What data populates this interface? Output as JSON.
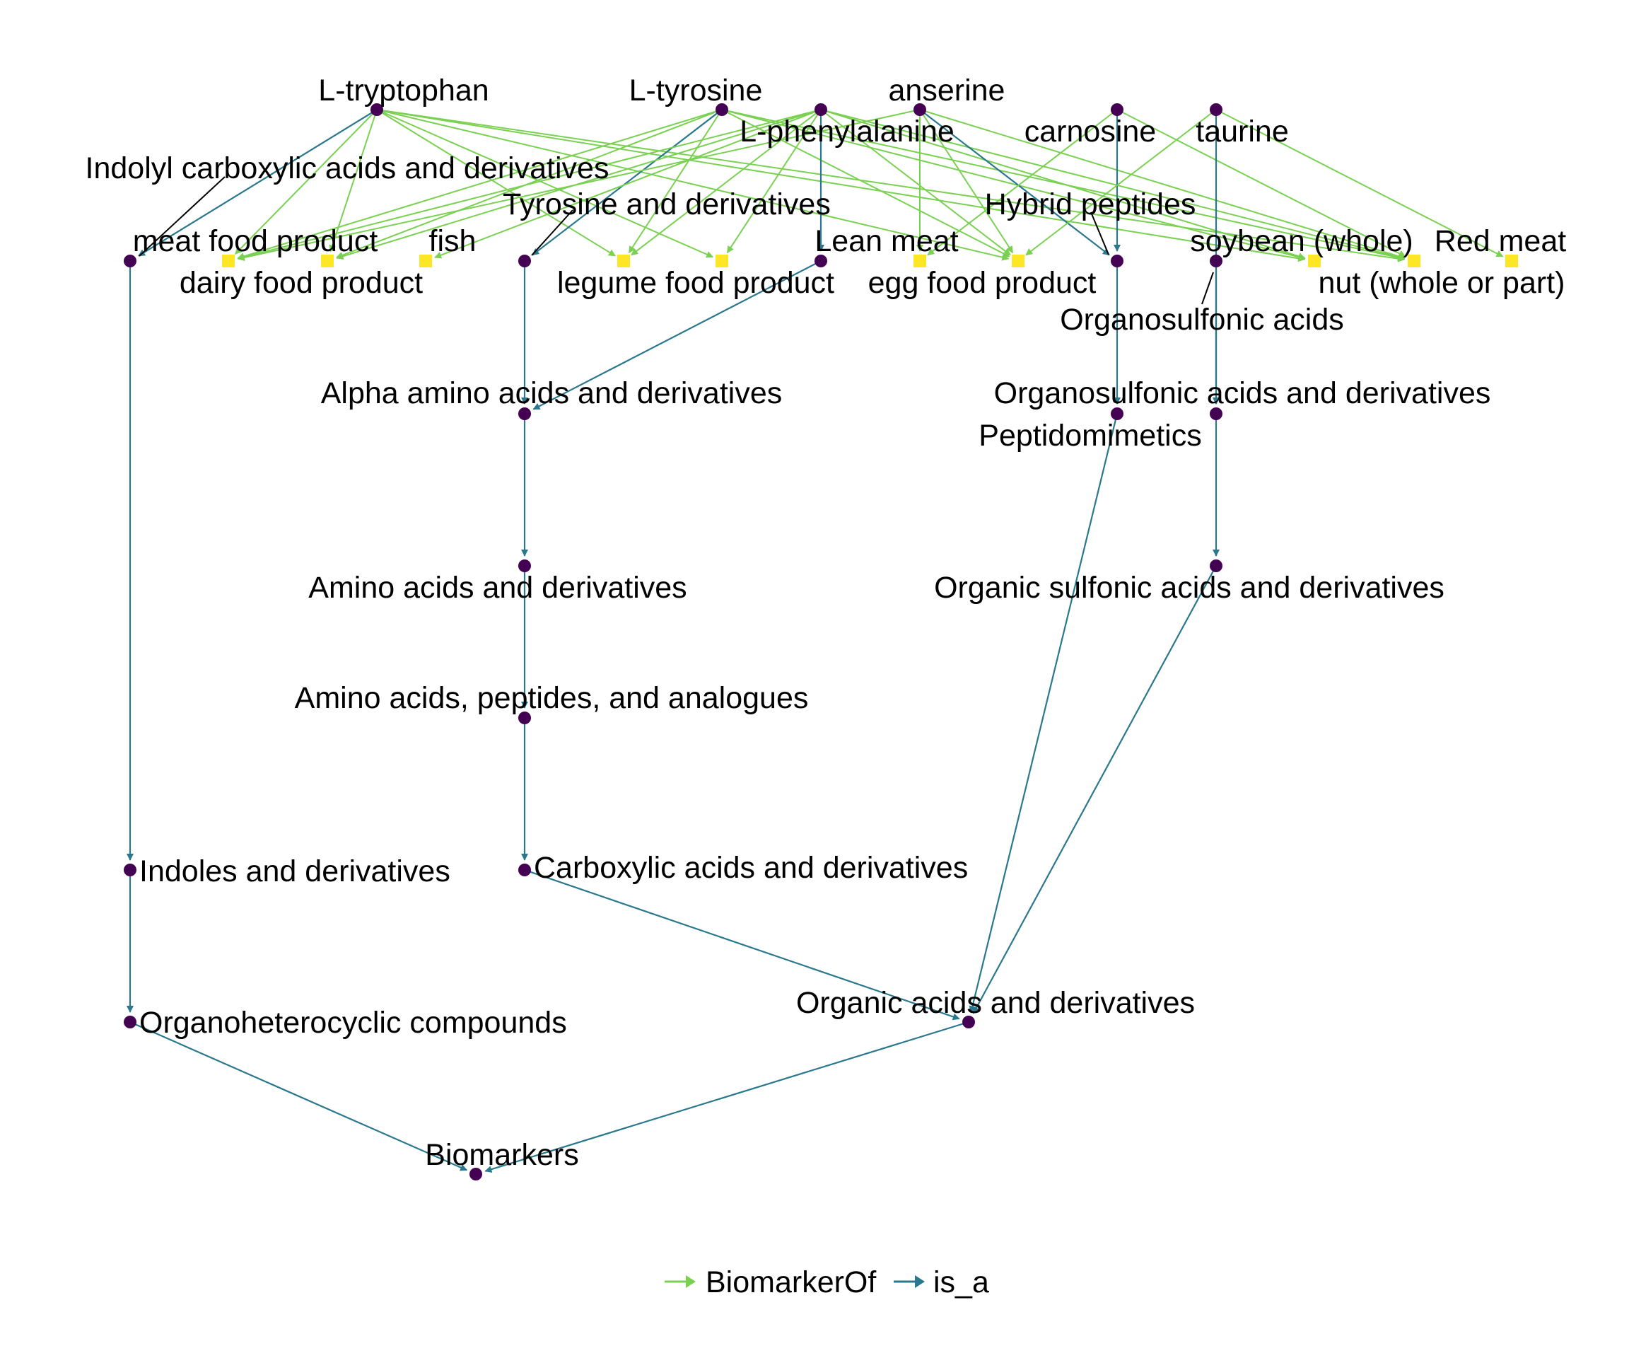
{
  "colors": {
    "BiomarkerOf": "#7ad151",
    "is_a": "#2a788e",
    "node_compound": "#440154",
    "node_food": "#fde725",
    "leader": "#000000"
  },
  "legend": {
    "items": [
      {
        "id": "BiomarkerOf",
        "label": "BiomarkerOf"
      },
      {
        "id": "is_a",
        "label": "is_a"
      }
    ]
  },
  "nodes": [
    {
      "id": "trp",
      "label": "L-tryptophan",
      "kind": "compound"
    },
    {
      "id": "tyr",
      "label": "L-tyrosine",
      "kind": "compound"
    },
    {
      "id": "phe",
      "label": "L-phenylalanine",
      "kind": "compound"
    },
    {
      "id": "ans",
      "label": "anserine",
      "kind": "compound"
    },
    {
      "id": "car",
      "label": "carnosine",
      "kind": "compound"
    },
    {
      "id": "tau",
      "label": "taurine",
      "kind": "compound"
    },
    {
      "id": "indolyl",
      "label": "Indolyl carboxylic acids and derivatives",
      "kind": "compound"
    },
    {
      "id": "meat",
      "label": "meat food product",
      "kind": "food"
    },
    {
      "id": "dairy",
      "label": "dairy food product",
      "kind": "food"
    },
    {
      "id": "fish",
      "label": "fish",
      "kind": "food"
    },
    {
      "id": "tyrder",
      "label": "Tyrosine and derivatives",
      "kind": "compound"
    },
    {
      "id": "legume",
      "label": "legume food product",
      "kind": "food"
    },
    {
      "id": "lean",
      "label": "Lean meat",
      "kind": "compound"
    },
    {
      "id": "egg",
      "label": "egg food product",
      "kind": "food"
    },
    {
      "id": "hybrid",
      "label": "Hybrid peptides",
      "kind": "compound"
    },
    {
      "id": "osa",
      "label": "Organosulfonic acids",
      "kind": "compound"
    },
    {
      "id": "soy",
      "label": "soybean (whole)",
      "kind": "food"
    },
    {
      "id": "nut",
      "label": "nut (whole or part)",
      "kind": "food"
    },
    {
      "id": "redmeat",
      "label": "Red meat",
      "kind": "food"
    },
    {
      "id": "alpha",
      "label": "Alpha amino acids and derivatives",
      "kind": "compound"
    },
    {
      "id": "peptido",
      "label": "Peptidomimetics",
      "kind": "compound"
    },
    {
      "id": "osad",
      "label": "Organosulfonic acids and derivatives",
      "kind": "compound"
    },
    {
      "id": "aad",
      "label": "Amino acids and derivatives",
      "kind": "compound"
    },
    {
      "id": "orgsulf",
      "label": "Organic sulfonic acids and derivatives",
      "kind": "compound"
    },
    {
      "id": "aapa",
      "label": "Amino acids, peptides, and analogues",
      "kind": "compound"
    },
    {
      "id": "indoles",
      "label": "Indoles and derivatives",
      "kind": "compound"
    },
    {
      "id": "carbox",
      "label": "Carboxylic acids and derivatives",
      "kind": "compound"
    },
    {
      "id": "organic",
      "label": "Organic acids and derivatives",
      "kind": "compound"
    },
    {
      "id": "ohc",
      "label": "Organoheterocyclic compounds",
      "kind": "compound"
    },
    {
      "id": "bio",
      "label": "Biomarkers",
      "kind": "compound"
    }
  ],
  "edges": [
    {
      "from": "trp",
      "to": "indolyl",
      "type": "is_a"
    },
    {
      "from": "trp",
      "to": "meat",
      "type": "BiomarkerOf"
    },
    {
      "from": "trp",
      "to": "dairy",
      "type": "BiomarkerOf"
    },
    {
      "from": "trp",
      "to": "legume",
      "type": "BiomarkerOf"
    },
    {
      "from": "trp",
      "to": "tyrder",
      "type": "BiomarkerOf"
    },
    {
      "from": "trp",
      "to": "egg",
      "type": "BiomarkerOf"
    },
    {
      "from": "trp",
      "to": "soy",
      "type": "BiomarkerOf"
    },
    {
      "from": "trp",
      "to": "nut",
      "type": "BiomarkerOf"
    },
    {
      "from": "tyr",
      "to": "tyrder",
      "type": "is_a"
    },
    {
      "from": "tyr",
      "to": "meat",
      "type": "BiomarkerOf"
    },
    {
      "from": "tyr",
      "to": "legume",
      "type": "BiomarkerOf"
    },
    {
      "from": "tyr",
      "to": "egg",
      "type": "BiomarkerOf"
    },
    {
      "from": "tyr",
      "to": "soy",
      "type": "BiomarkerOf"
    },
    {
      "from": "tyr",
      "to": "nut",
      "type": "BiomarkerOf"
    },
    {
      "from": "tyr",
      "to": "dairy",
      "type": "BiomarkerOf"
    },
    {
      "from": "phe",
      "to": "lean",
      "type": "is_a"
    },
    {
      "from": "phe",
      "to": "meat",
      "type": "BiomarkerOf"
    },
    {
      "from": "phe",
      "to": "dairy",
      "type": "BiomarkerOf"
    },
    {
      "from": "phe",
      "to": "fish",
      "type": "BiomarkerOf"
    },
    {
      "from": "phe",
      "to": "legume",
      "type": "BiomarkerOf"
    },
    {
      "from": "phe",
      "to": "tyrder",
      "type": "BiomarkerOf"
    },
    {
      "from": "phe",
      "to": "egg",
      "type": "BiomarkerOf"
    },
    {
      "from": "phe",
      "to": "soy",
      "type": "BiomarkerOf"
    },
    {
      "from": "phe",
      "to": "nut",
      "type": "BiomarkerOf"
    },
    {
      "from": "ans",
      "to": "hybrid",
      "type": "is_a"
    },
    {
      "from": "ans",
      "to": "meat",
      "type": "BiomarkerOf"
    },
    {
      "from": "ans",
      "to": "lean",
      "type": "BiomarkerOf"
    },
    {
      "from": "ans",
      "to": "egg",
      "type": "BiomarkerOf"
    },
    {
      "from": "ans",
      "to": "nut",
      "type": "BiomarkerOf"
    },
    {
      "from": "car",
      "to": "hybrid",
      "type": "is_a"
    },
    {
      "from": "car",
      "to": "lean",
      "type": "BiomarkerOf"
    },
    {
      "from": "car",
      "to": "nut",
      "type": "BiomarkerOf"
    },
    {
      "from": "tau",
      "to": "osad",
      "type": "is_a"
    },
    {
      "from": "tau",
      "to": "redmeat",
      "type": "BiomarkerOf"
    },
    {
      "from": "tau",
      "to": "egg",
      "type": "BiomarkerOf"
    },
    {
      "from": "indolyl",
      "to": "indoles",
      "type": "is_a"
    },
    {
      "from": "tyrder",
      "to": "alpha",
      "type": "is_a"
    },
    {
      "from": "lean",
      "to": "alpha",
      "type": "is_a"
    },
    {
      "from": "hybrid",
      "to": "peptido",
      "type": "is_a"
    },
    {
      "from": "osa",
      "to": "osad",
      "type": "is_a"
    },
    {
      "from": "alpha",
      "to": "aad",
      "type": "is_a"
    },
    {
      "from": "osad",
      "to": "orgsulf",
      "type": "is_a"
    },
    {
      "from": "aad",
      "to": "aapa",
      "type": "is_a"
    },
    {
      "from": "aapa",
      "to": "carbox",
      "type": "is_a"
    },
    {
      "from": "indoles",
      "to": "ohc",
      "type": "is_a"
    },
    {
      "from": "peptido",
      "to": "organic",
      "type": "is_a"
    },
    {
      "from": "orgsulf",
      "to": "organic",
      "type": "is_a"
    },
    {
      "from": "carbox",
      "to": "organic",
      "type": "is_a"
    },
    {
      "from": "ohc",
      "to": "bio",
      "type": "is_a"
    },
    {
      "from": "organic",
      "to": "bio",
      "type": "is_a"
    }
  ]
}
